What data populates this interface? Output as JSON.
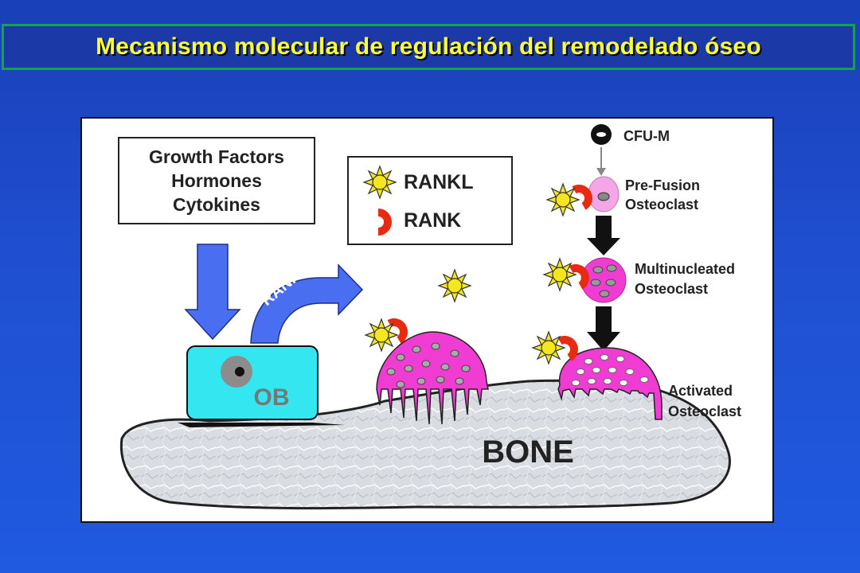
{
  "slide": {
    "title": "Mecanismo molecular de regulación del remodelado óseo"
  },
  "diagram": {
    "signals_box": {
      "line1": "Growth Factors",
      "line2": "Hormones",
      "line3": "Cytokines"
    },
    "legend": {
      "rankl": "RANKL",
      "rank": "RANK"
    },
    "arrow_label": "RANKL",
    "osteoblast_label": "OB",
    "bone_label": "BONE",
    "stages": {
      "cfu": "CFU-M",
      "prefusion_1": "Pre-Fusion",
      "prefusion_2": "Osteoclast",
      "multi_1": "Multinucleated",
      "multi_2": "Osteoclast",
      "activated_1": "Activated",
      "activated_2": "Osteoclast"
    },
    "colors": {
      "osteoblast": "#33e6f0",
      "osteoclast": "#f03cd2",
      "rankl": "#f5e61e",
      "rank": "#e82a10",
      "arrow_blue": "#4a6ef0",
      "bone": "#d8dbe0"
    }
  }
}
